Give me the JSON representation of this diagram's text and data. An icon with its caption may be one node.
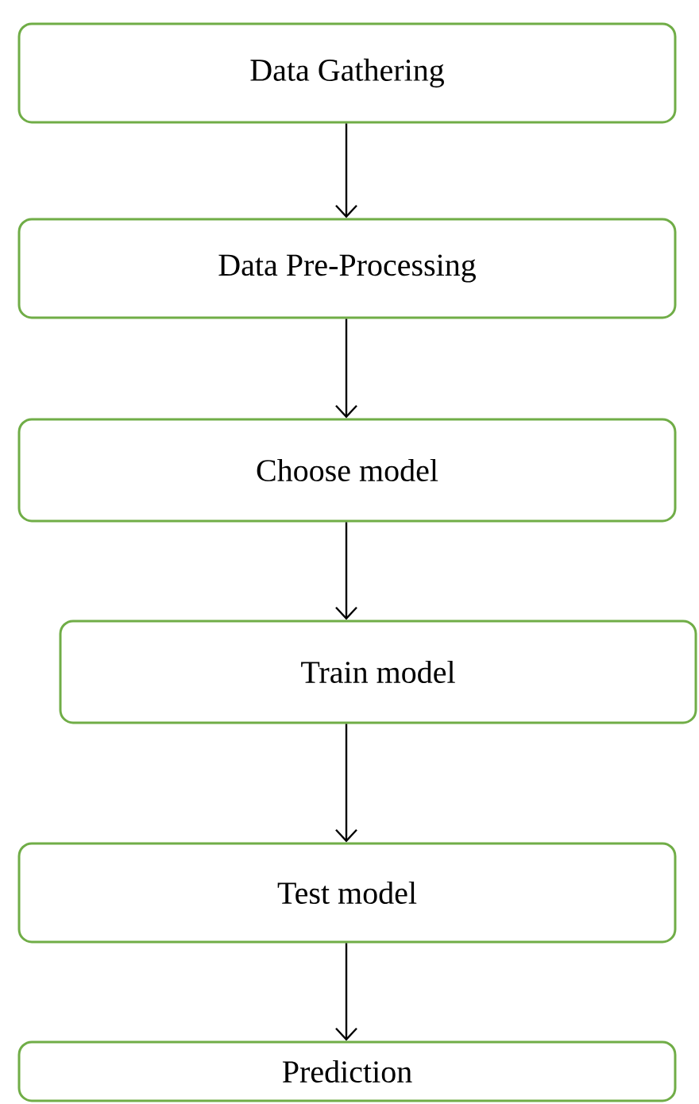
{
  "diagram": {
    "nodes": [
      {
        "text": [
          "Data Gathering"
        ]
      },
      {
        "text": [
          "Data Pre-Processing"
        ]
      },
      {
        "text": [
          "Choose model"
        ]
      },
      {
        "text": [
          "Train model"
        ]
      },
      {
        "text": [
          "Test model"
        ]
      },
      {
        "text": [
          "Prediction"
        ]
      }
    ],
    "edges": [
      {
        "from": 0,
        "to": 1,
        "arrow": "to"
      },
      {
        "from": 1,
        "to": 2,
        "arrow": "to"
      },
      {
        "from": 2,
        "to": 3,
        "arrow": "to"
      },
      {
        "from": 3,
        "to": 4,
        "arrow": "to"
      },
      {
        "from": 4,
        "to": 5,
        "arrow": "to"
      }
    ]
  }
}
